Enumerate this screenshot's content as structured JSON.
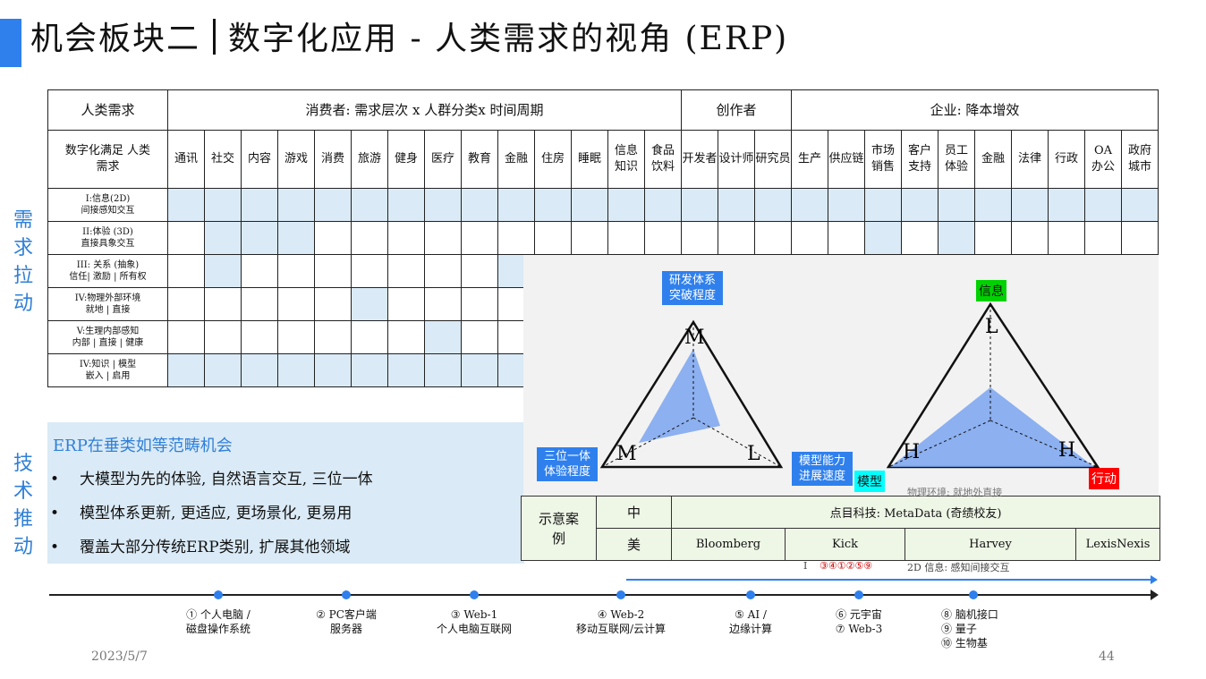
{
  "title": {
    "left": "机会板块二",
    "right": "数字化应用 - 人类需求的视角 (ERP)"
  },
  "side_labels": {
    "demand": "需求拉动",
    "tech": "技术推动"
  },
  "table": {
    "header": {
      "need": "人类需求",
      "consumer": "消费者: 需求层次 x 人群分类x 时间周期",
      "creator": "创作者",
      "enterprise": "企业: 降本增效"
    },
    "subheader_label": "数字化满足 人类需求",
    "columns": [
      "通讯",
      "社交",
      "内容",
      "游戏",
      "消费",
      "旅游",
      "健身",
      "医疗",
      "教育",
      "金融",
      "住房",
      "睡眠",
      "信息知识",
      "食品饮料",
      "开发者",
      "设计师",
      "研究员",
      "生产",
      "供应链",
      "市场销售",
      "客户支持",
      "员工体验",
      "金融",
      "法律",
      "行政",
      "OA办公",
      "政府城市"
    ],
    "rows": [
      {
        "label1": "I:信息(2D)",
        "label2": "间接感知交互"
      },
      {
        "label1": "II:体验 (3D)",
        "label2": "直接具象交互"
      },
      {
        "label1": "III: 关系 (抽象)",
        "label2": "信任| 激励 | 所有权"
      },
      {
        "label1": "IV:物理外部环境",
        "label2": "就地 | 直接"
      },
      {
        "label1": "V:生理内部感知",
        "label2": "内部 | 直接 | 健康"
      },
      {
        "label1": "IV:知识 | 模型",
        "label2": "嵌入 | 启用"
      }
    ]
  },
  "erp": {
    "title": "ERP在垂类如等范畴机会",
    "bullets": [
      "大模型为先的体验, 自然语言交互, 三位一体",
      "模型体系更新, 更适应, 更场景化, 更易用",
      "覆盖大部分传统ERP类别, 扩展其他领域"
    ]
  },
  "triangles": {
    "left": {
      "top_label": "研发体系突破程度",
      "left_label": "三位一体体验程度",
      "vertex_top": "M",
      "vertex_left": "M",
      "vertex_right": "L"
    },
    "right": {
      "top_label": "信息",
      "left_label": "模型",
      "right_label": "行动",
      "mid_label": "模型能力进展速度",
      "vertex_top": "L",
      "vertex_left": "H",
      "vertex_right": "H"
    }
  },
  "examples": {
    "label": "示意案例",
    "cn": {
      "region": "中",
      "case": "点目科技: MetaData (奇绩校友)"
    },
    "us": {
      "region": "美",
      "cases": [
        "Bloomberg",
        "Kick",
        "Harvey",
        "LexisNexis"
      ]
    }
  },
  "ghost_text": {
    "line1": "③④①②⑤⑨",
    "line2": "2D 信息: 感知间接交互",
    "prefix": "I",
    "upper": "物理环境: 就地外直接"
  },
  "timeline": [
    {
      "line1": "① 个人电脑 /",
      "line2": "磁盘操作系统"
    },
    {
      "line1": "② PC客户端",
      "line2": "服务器"
    },
    {
      "line1": "③ Web-1",
      "line2": "个人电脑互联网"
    },
    {
      "line1": "④ Web-2",
      "line2": "移动互联网/云计算"
    },
    {
      "line1": "⑤ AI /",
      "line2": "边缘计算"
    },
    {
      "line1": "⑥ 元宇宙",
      "line2": "⑦ Web-3"
    },
    {
      "line1": "⑧ 脑机接口",
      "line2": "⑨ 量子",
      "line3": "⑩ 生物基"
    }
  ],
  "footer": {
    "date": "2023/5/7",
    "page": "44"
  },
  "colors": {
    "accent": "#2f80ed",
    "cell_fill": "#daeaf6",
    "side_text": "#2f7fd8"
  }
}
